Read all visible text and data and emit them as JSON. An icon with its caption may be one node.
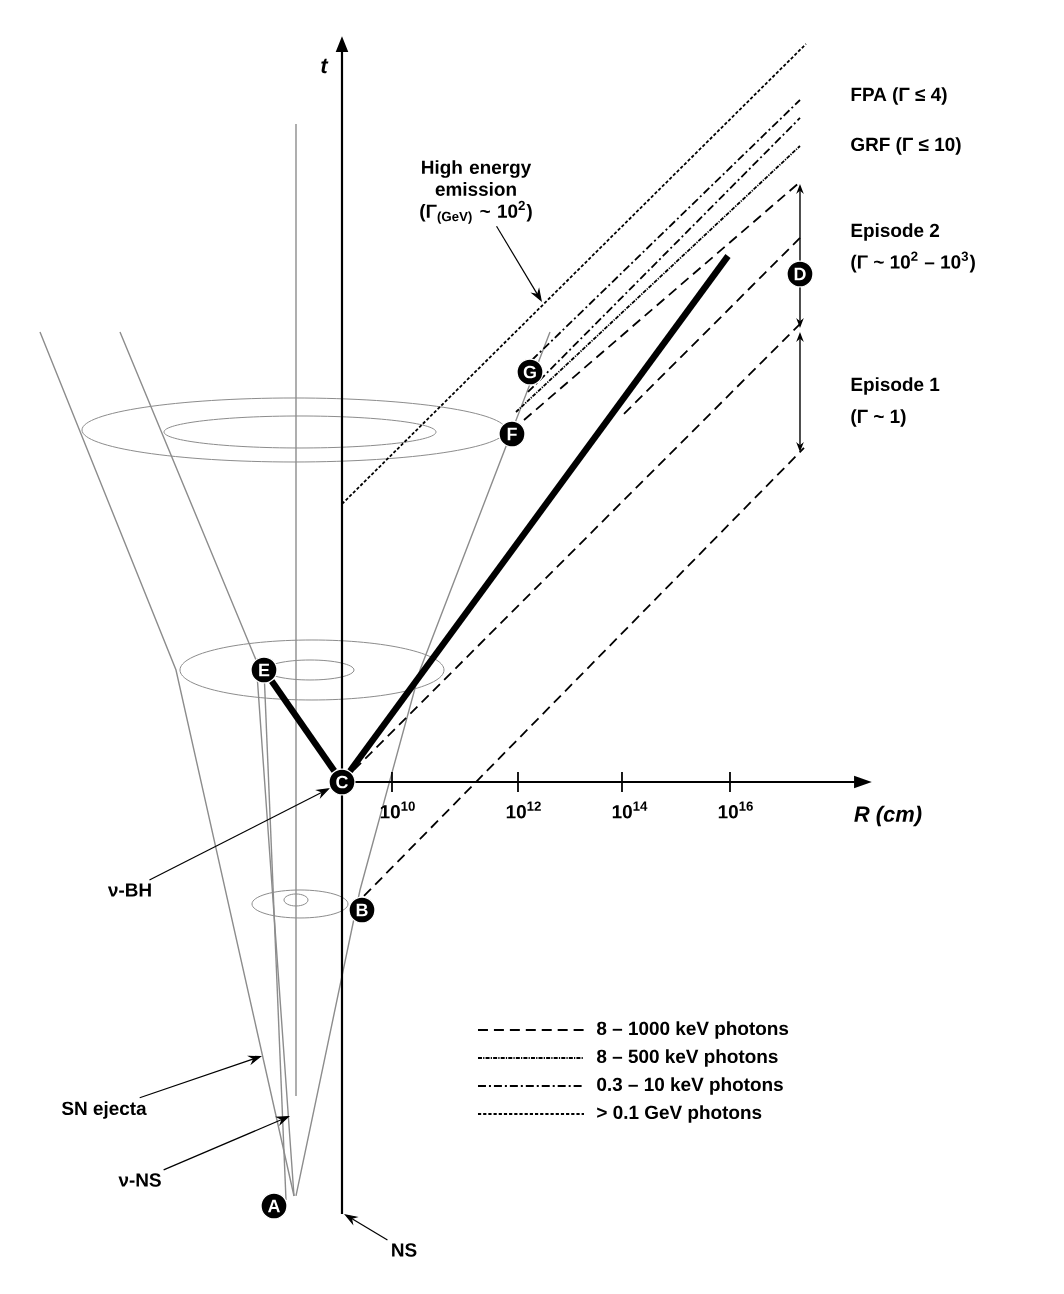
{
  "diagram": {
    "nodes": [
      {
        "text": [
          "A"
        ]
      },
      {
        "text": [
          "B"
        ]
      },
      {
        "text": [
          "C"
        ]
      },
      {
        "text": [
          "D"
        ]
      },
      {
        "text": [
          "E"
        ]
      },
      {
        "text": [
          "F"
        ]
      },
      {
        "text": [
          "G"
        ]
      },
      {
        "text": [
          "ν-BH"
        ]
      },
      {
        "text": [
          "SN ejecta"
        ]
      },
      {
        "text": [
          "ν-NS"
        ]
      },
      {
        "text": [
          "NS"
        ]
      },
      {
        "text": [
          "High energy emission (Γ$_{(GeV)}$ ~ 10$^{2}$)"
        ]
      }
    ],
    "edges": [
      {
        "from": 4,
        "to": 2,
        "arrow": "none",
        "style": "thick"
      },
      {
        "from": 2,
        "to": null,
        "arrow": "none",
        "style": "thick"
      },
      {
        "from": 7,
        "to": 2,
        "arrow": "to"
      },
      {
        "from": 8,
        "to": null,
        "arrow": "to"
      },
      {
        "from": 9,
        "to": null,
        "arrow": "to"
      },
      {
        "from": 10,
        "to": null,
        "arrow": "to"
      },
      {
        "from": 11,
        "to": null,
        "arrow": "to"
      }
    ],
    "labels": [
      "t",
      "FPA (Γ ≤ 4)",
      "GRF (Γ ≤ 10)",
      "Episode 2",
      "(Γ ~ 10$^{2}$ – 10$^{3}$)",
      "Episode 1",
      "(Γ ~ 1)",
      "10$^{10}$",
      "10$^{12}$",
      "10$^{14}$",
      "10$^{16}$",
      "R (cm)"
    ],
    "legend": [
      {
        "text": "8 – 1000 keV photons"
      },
      {
        "text": "8 – 500 keV photons"
      },
      {
        "text": "0.3 – 10 keV photons"
      },
      {
        "text": "> 0.1 GeV photons"
      }
    ]
  }
}
